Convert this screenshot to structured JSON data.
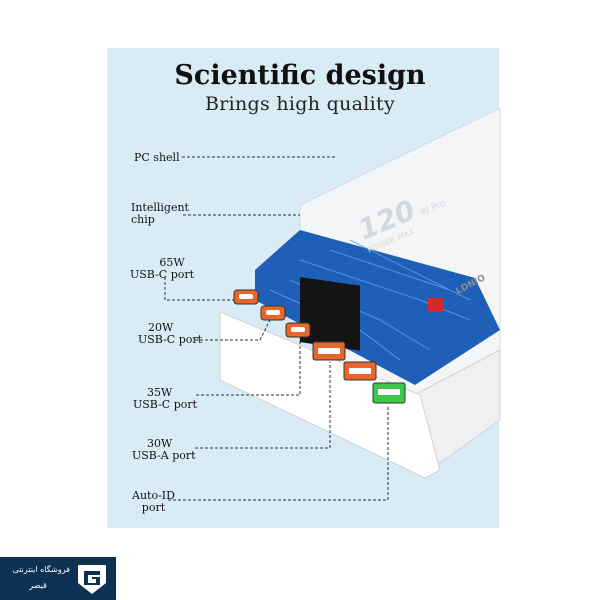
{
  "heading": {
    "title": "Scientific design",
    "subtitle": "Brings high quality"
  },
  "device": {
    "top_print": "120",
    "unit_print": "W Pro",
    "power_max": "POWER MAX",
    "brand": "LDNIO"
  },
  "callouts": [
    {
      "lines": [
        "PC shell"
      ]
    },
    {
      "lines": [
        "Intelligent",
        "chip"
      ]
    },
    {
      "lines": [
        "65W",
        "USB-C port"
      ]
    },
    {
      "lines": [
        "20W",
        "USB-C port"
      ]
    },
    {
      "lines": [
        "35W",
        "USB-C port"
      ]
    },
    {
      "lines": [
        "30W",
        "USB-A port"
      ]
    },
    {
      "lines": [
        "Auto-ID",
        "port"
      ]
    }
  ],
  "store_badge": {
    "line1": "فروشگاه اینترنتی",
    "line2": "قیصر"
  },
  "colors": {
    "panel_bg": "#d9ecf5",
    "board": "#1f5fb8",
    "port_orange": "#e8662c",
    "port_green": "#3cc84a",
    "badge_bg": "#0c3152"
  }
}
